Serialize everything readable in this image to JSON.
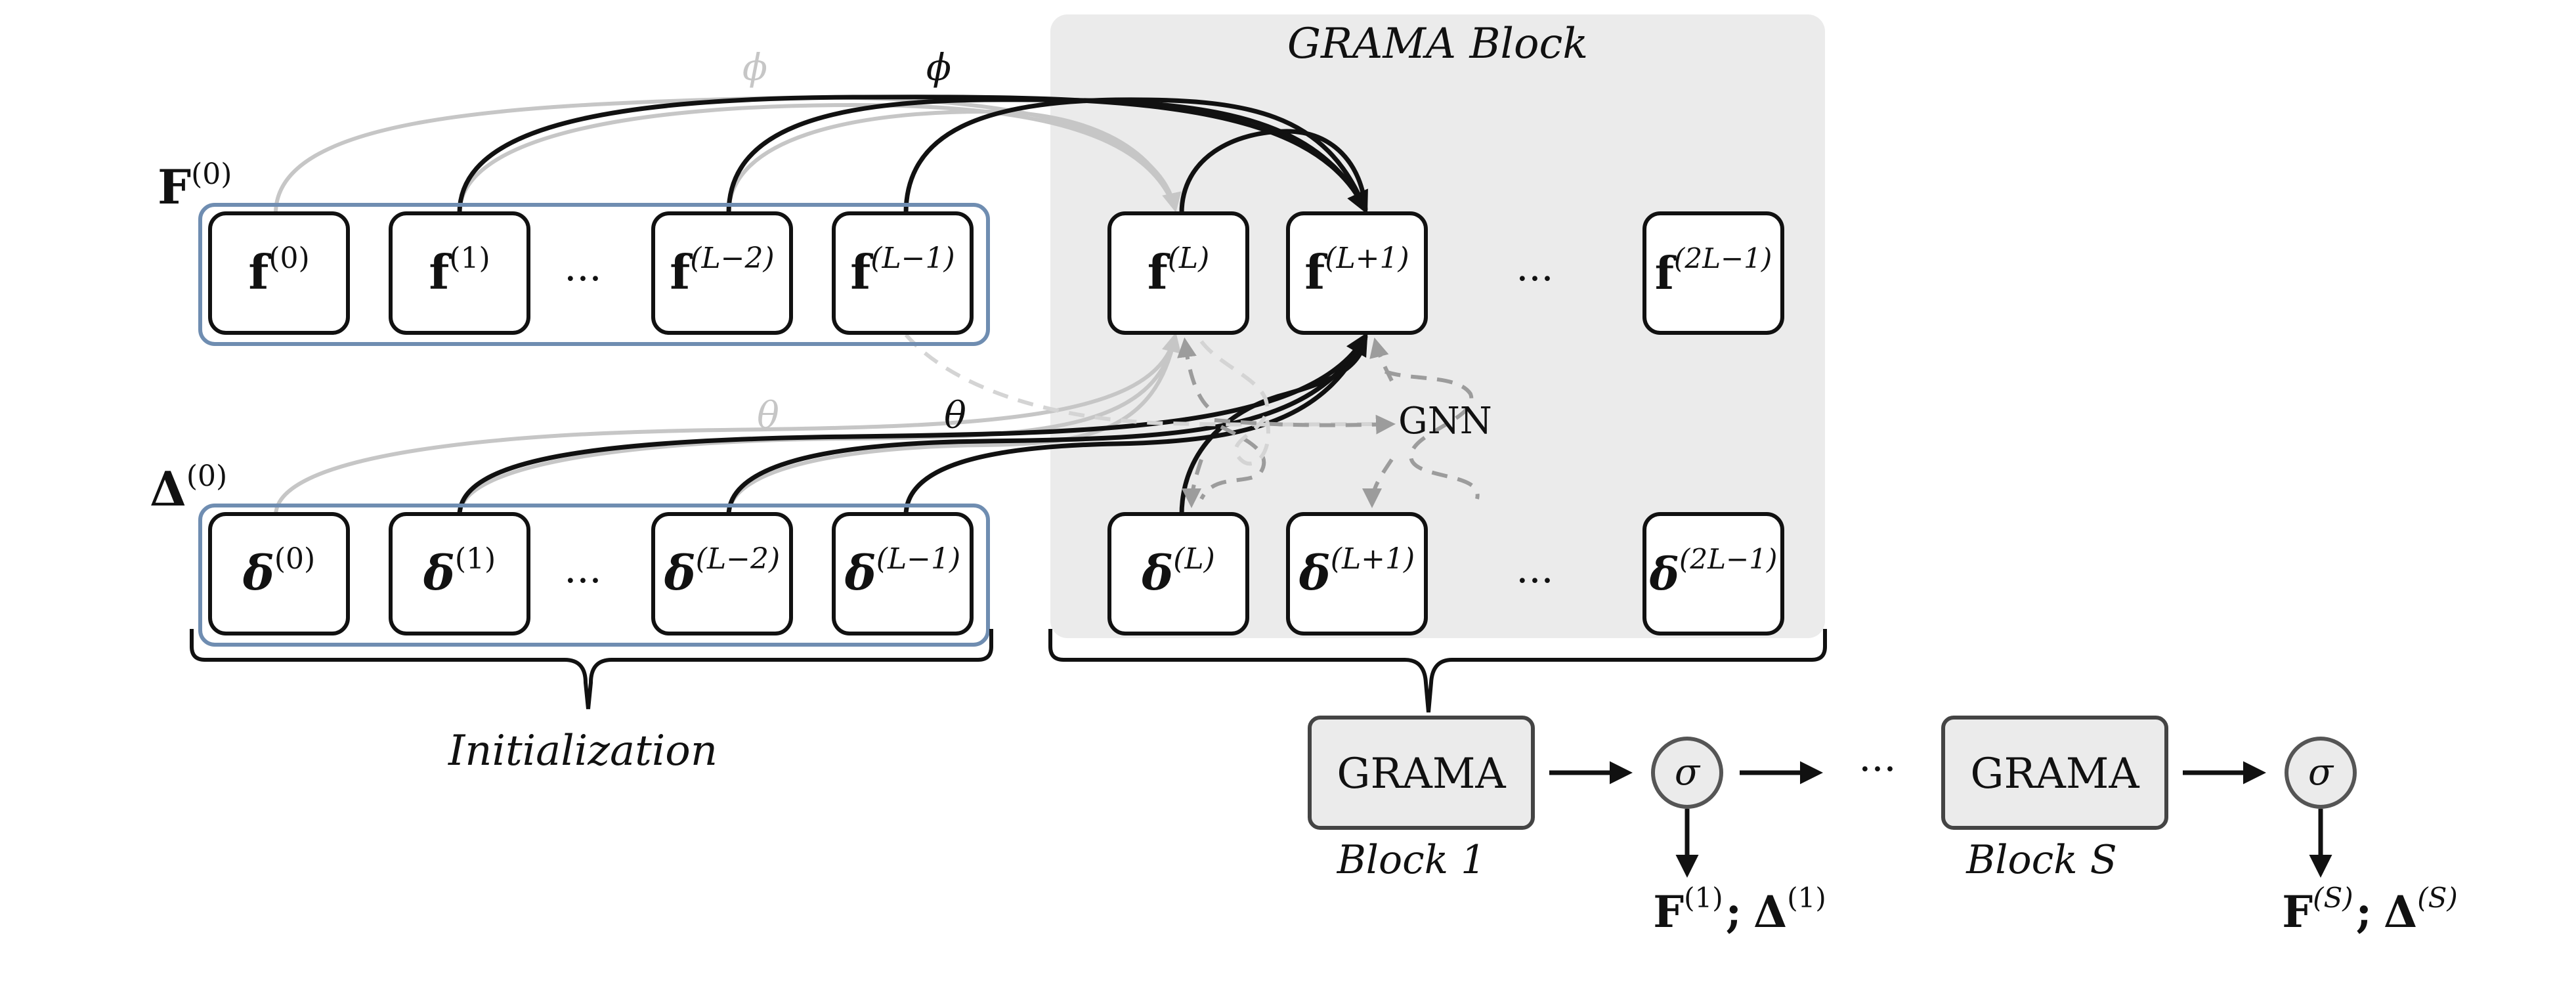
{
  "grama_block_title": "GRAMA Block",
  "phi_label_light": "ϕ",
  "phi_label": "ϕ",
  "theta_label_light": "θ",
  "theta_label": "θ",
  "gnn_label": "GNN",
  "F0_label": "F",
  "F0_sup": "(0)",
  "Delta0_label": "Δ",
  "Delta0_sup": "(0)",
  "dots": "···",
  "f_nodes": [
    {
      "base": "f",
      "sup": "(0)"
    },
    {
      "base": "f",
      "sup": "(1)"
    },
    {
      "base": "f",
      "sup": "(L−2)"
    },
    {
      "base": "f",
      "sup": "(L−1)"
    },
    {
      "base": "f",
      "sup": "(L)"
    },
    {
      "base": "f",
      "sup": "(L+1)"
    },
    {
      "base": "f",
      "sup": "(2L−1)"
    }
  ],
  "delta_nodes": [
    {
      "base": "δ",
      "sup": "(0)"
    },
    {
      "base": "δ",
      "sup": "(1)"
    },
    {
      "base": "δ",
      "sup": "(L−2)"
    },
    {
      "base": "δ",
      "sup": "(L−1)"
    },
    {
      "base": "δ",
      "sup": "(L)"
    },
    {
      "base": "δ",
      "sup": "(L+1)"
    },
    {
      "base": "δ",
      "sup": "(2L−1)"
    }
  ],
  "initialization_label": "Initialization",
  "grama_box_label": "GRAMA",
  "sigma_label": "σ",
  "block1_label": "Block 1",
  "blockS_label": "Block S",
  "output1": {
    "F": "F",
    "F_sup": "(1)",
    "sep": ";",
    "D": "Δ",
    "D_sup": "(1)"
  },
  "outputS": {
    "F": "F",
    "F_sup": "(S)",
    "sep": ";",
    "D": "Δ",
    "D_sup": "(S)"
  },
  "colors": {
    "grama_bg": "#ebebeb",
    "group_border": "#6f8db1",
    "ghost_line": "#c6c6c6",
    "dash_line": "#9c9c9c",
    "sigma_fill": "#ebebeb"
  }
}
